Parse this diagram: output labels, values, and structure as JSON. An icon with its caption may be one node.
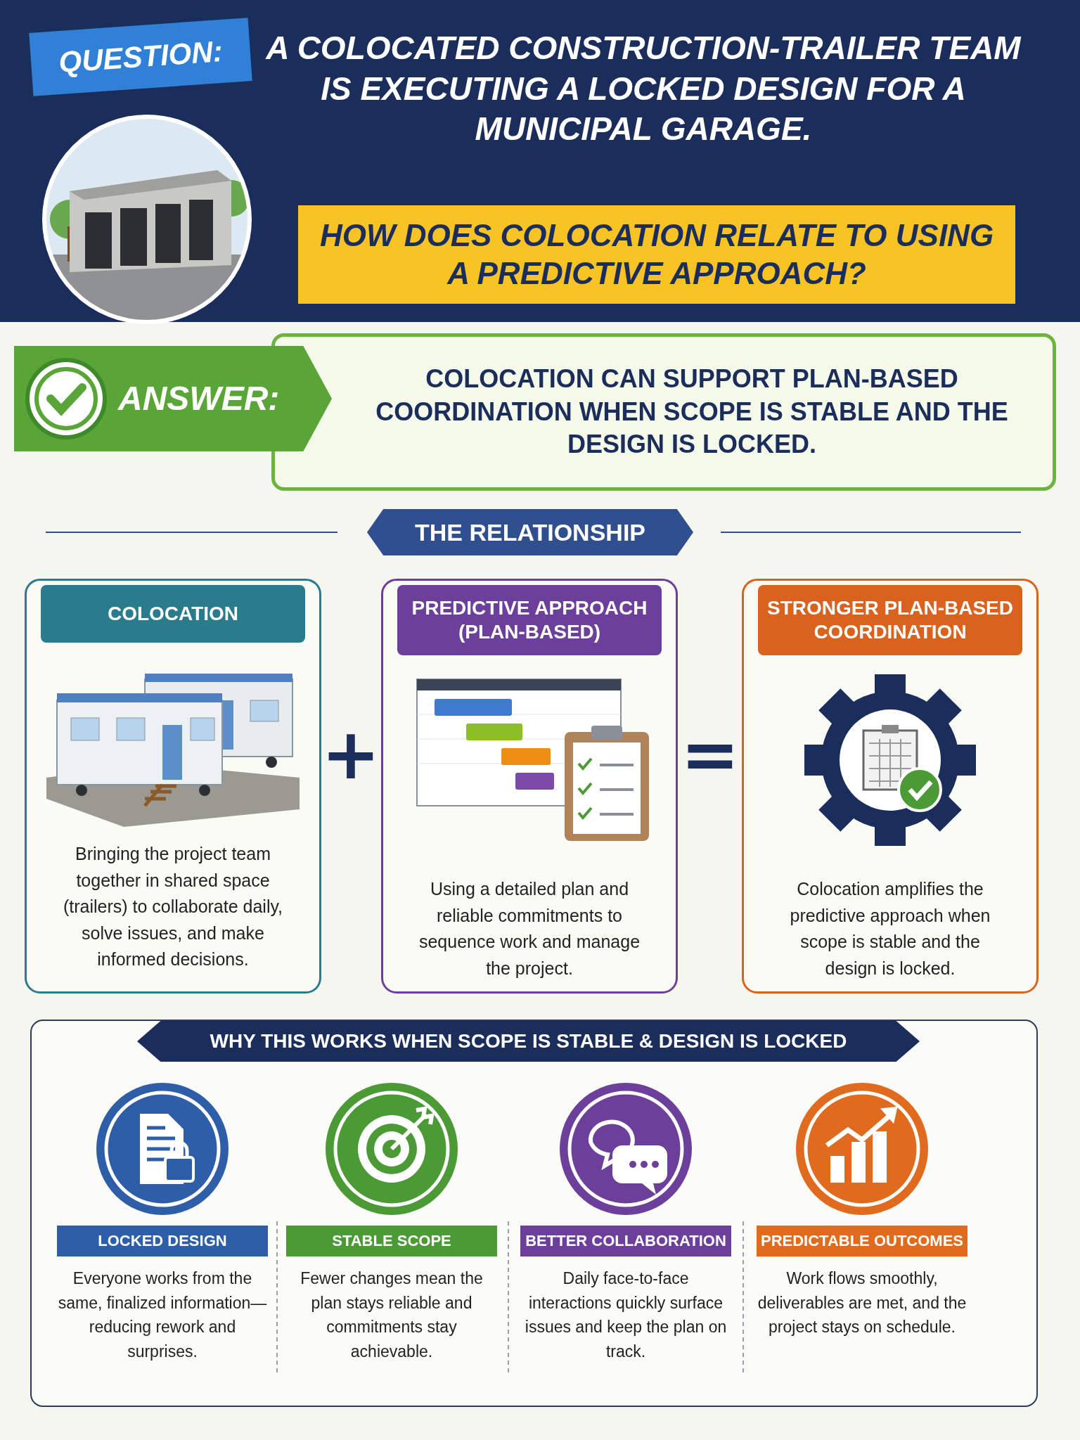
{
  "diagram": {
    "nodes": [
      {
        "text": [
          "A COLOCATED CONSTRUCTION-TRAILER TEAM IS EXECUTING A LOCKED DESIGN FOR A MUNICIPAL GARAGE."
        ]
      },
      {
        "text": [
          "QUESTION:"
        ],
        "in": 0
      },
      {
        "text": [
          "HOW DOES COLOCATION RELATE TO USING A PREDICTIVE APPROACH?"
        ],
        "in": 0
      },
      {
        "text": [
          "ANSWER:"
        ]
      },
      {
        "text": [
          "COLOCATION CAN SUPPORT PLAN-BASED COORDINATION WHEN SCOPE IS STABLE AND THE DESIGN IS LOCKED."
        ]
      },
      {
        "text": [
          "THE RELATIONSHIP"
        ]
      },
      {
        "text": [
          "COLOCATION",
          "Bringing the project team together in shared space (trailers) to collaborate daily, solve issues, and make informed decisions."
        ]
      },
      {
        "text": [
          "PREDICTIVE APPROACH (PLAN-BASED)",
          "Using a detailed plan and reliable commitments to sequence work and manage the project."
        ]
      },
      {
        "text": [
          "STRONGER PLAN-BASED COORDINATION",
          "Colocation amplifies the predictive approach when scope is stable and the design is locked."
        ]
      },
      {
        "text": [
          "WHY THIS WORKS WHEN SCOPE IS STABLE & DESIGN IS LOCKED"
        ]
      },
      {
        "text": [
          "LOCKED DESIGN"
        ],
        "in": 9,
        "beside": [
          "Everyone works from the same, finalized information—reducing rework and surprises."
        ]
      },
      {
        "text": [
          "STABLE SCOPE"
        ],
        "in": 9,
        "beside": [
          "Fewer changes mean the plan stays reliable and commitments stay achievable."
        ]
      },
      {
        "text": [
          "BETTER COLLABORATION"
        ],
        "in": 9,
        "beside": [
          "Daily face-to-face interactions quickly surface issues and keep the plan on track."
        ]
      },
      {
        "text": [
          "PREDICTABLE OUTCOMES"
        ],
        "in": 9,
        "beside": [
          "Work flows smoothly, deliverables are met, and the project stays on schedule."
        ]
      }
    ],
    "labels": [
      "+",
      "="
    ]
  }
}
